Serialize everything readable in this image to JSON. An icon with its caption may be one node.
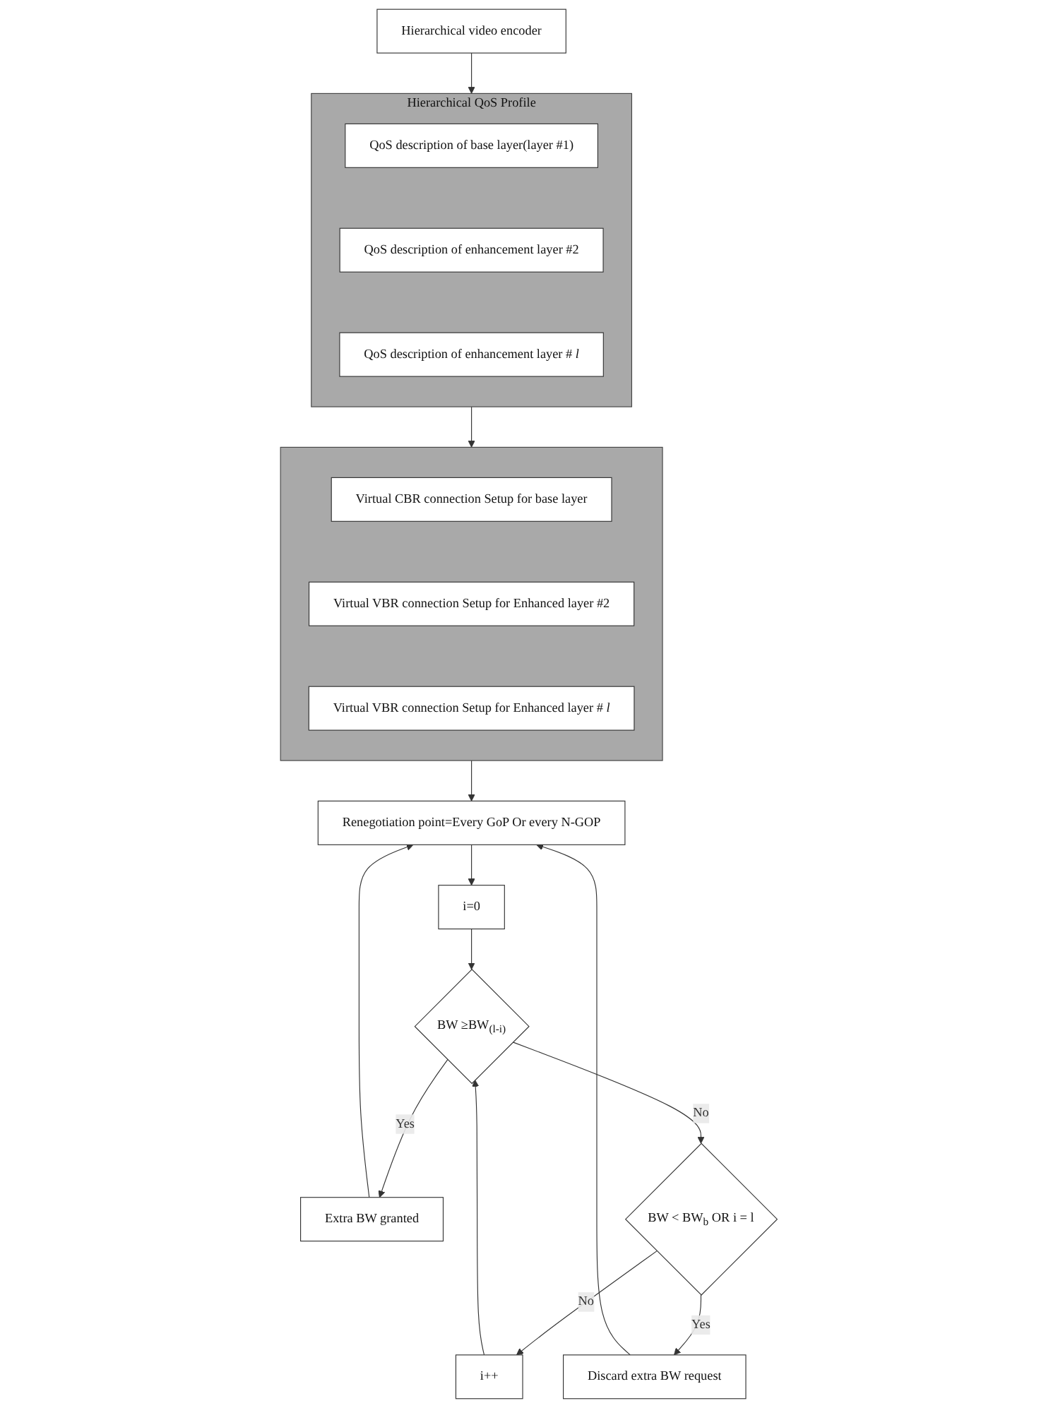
{
  "diagram": {
    "nodes": [
      {
        "text": [
          "Hierarchical video encoder"
        ]
      },
      {
        "text": [
          "Hierarchical QoS Profile"
        ]
      },
      {
        "text": [
          "QoS description of base layer(layer #1)"
        ],
        "in": 1
      },
      {
        "text": [
          "QoS description of enhancement layer #2"
        ],
        "in": 1
      },
      {
        "text": [
          "QoS description of enhancement layer # *l*"
        ],
        "in": 1
      },
      {
        "text": [],
        "shape": "box"
      },
      {
        "text": [
          "Virtual CBR connection Setup for base layer"
        ],
        "in": 5
      },
      {
        "text": [
          "Virtual VBR connection Setup for Enhanced layer #2"
        ],
        "in": 5
      },
      {
        "text": [
          "Virtual VBR connection Setup for Enhanced layer # *l*"
        ],
        "in": 5
      },
      {
        "text": [
          "Renegotiation point=Every GoP Or every N-GOP"
        ]
      },
      {
        "text": [
          "i=0"
        ]
      },
      {
        "text": [
          "BW ≥BW$_{(l-i)}$"
        ]
      },
      {
        "text": [
          "Extra BW granted"
        ]
      },
      {
        "text": [
          "BW < BW$_{b}$ OR i = l"
        ]
      },
      {
        "text": [
          "i++"
        ]
      },
      {
        "text": [
          "Discard extra BW request"
        ]
      }
    ],
    "edges": [
      {
        "from": 0,
        "to": 1,
        "arrow": "to"
      },
      {
        "from": 1,
        "to": 5,
        "arrow": "to"
      },
      {
        "from": 5,
        "to": 9,
        "arrow": "to"
      },
      {
        "from": 9,
        "to": 10,
        "arrow": "to"
      },
      {
        "from": 10,
        "to": 11,
        "arrow": "to"
      },
      {
        "from": 11,
        "to": 12,
        "label": "Yes",
        "arrow": "to"
      },
      {
        "from": 11,
        "to": 13,
        "label": "No",
        "arrow": "to"
      },
      {
        "from": 13,
        "to": 15,
        "label": "Yes",
        "arrow": "to"
      },
      {
        "from": 13,
        "to": 14,
        "label": "No",
        "arrow": "to"
      },
      {
        "from": 14,
        "to": 11,
        "arrow": "to"
      },
      {
        "from": 12,
        "to": 9,
        "arrow": "to"
      },
      {
        "from": 15,
        "to": 9,
        "arrow": "to"
      }
    ]
  }
}
